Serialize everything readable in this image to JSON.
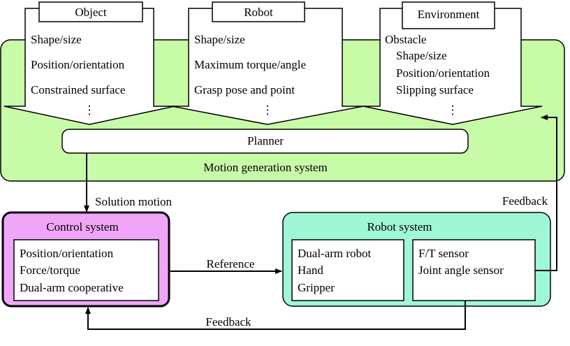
{
  "colors": {
    "motion_fill": "#c8fba7",
    "control_fill": "#f0a6f8",
    "robot_fill": "#9ff7d6",
    "stroke": "#000000",
    "box_fill": "#ffffff"
  },
  "object": {
    "title": "Object",
    "items": [
      "Shape/size",
      "Position/orientation",
      "Constrained surface"
    ],
    "ellipsis": "⋮"
  },
  "robot": {
    "title": "Robot",
    "items": [
      "Shape/size",
      "Maximum torque/angle",
      "Grasp pose and point"
    ],
    "ellipsis": "⋮"
  },
  "environment": {
    "title": "Environment",
    "items": [
      "Obstacle",
      "Shape/size",
      "Position/orientation",
      "Slipping surface"
    ],
    "ellipsis": "⋮"
  },
  "planner": {
    "label": "Planner"
  },
  "motion_generation": {
    "label": "Motion generation system"
  },
  "control_system": {
    "title": "Control system",
    "items": [
      "Position/orientation",
      "Force/torque",
      "Dual-arm cooperative"
    ]
  },
  "robot_system": {
    "title": "Robot system",
    "left_items": [
      "Dual-arm robot",
      "Hand",
      "Gripper"
    ],
    "right_items": [
      "F/T sensor",
      "Joint angle sensor"
    ]
  },
  "edges": {
    "solution_motion": "Solution motion",
    "reference": "Reference",
    "feedback_bottom": "Feedback",
    "feedback_right": "Feedback"
  }
}
